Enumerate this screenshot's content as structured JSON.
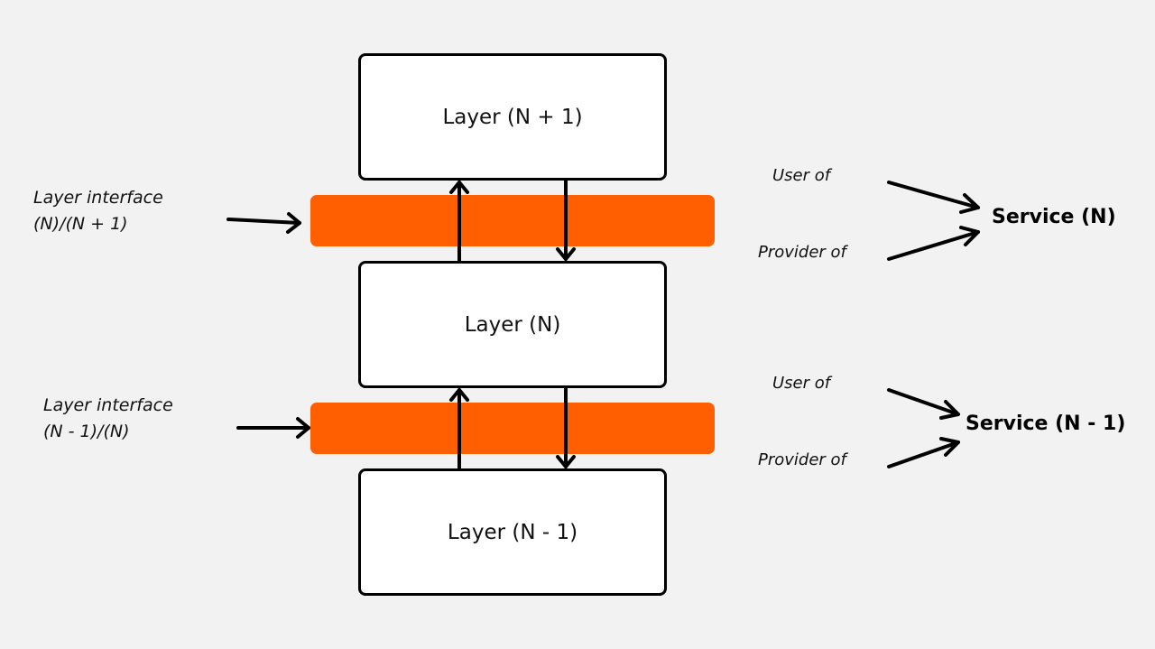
{
  "colors": {
    "background": "#f2f2f2",
    "interface_band": "#ff5f00",
    "box_fill": "#ffffff",
    "stroke": "#000000"
  },
  "layers": {
    "top": "Layer (N + 1)",
    "middle": "Layer (N)",
    "bottom": "Layer (N - 1)"
  },
  "interfaces": {
    "upper": {
      "line1": "Layer interface",
      "line2": "(N)/(N + 1)"
    },
    "lower": {
      "line1": "Layer interface",
      "line2": "(N - 1)/(N)"
    }
  },
  "services": {
    "upper": {
      "user_label": "User of",
      "provider_label": "Provider of",
      "service_label": "Service (N)"
    },
    "lower": {
      "user_label": "User of",
      "provider_label": "Provider of",
      "service_label": "Service (N - 1)"
    }
  }
}
